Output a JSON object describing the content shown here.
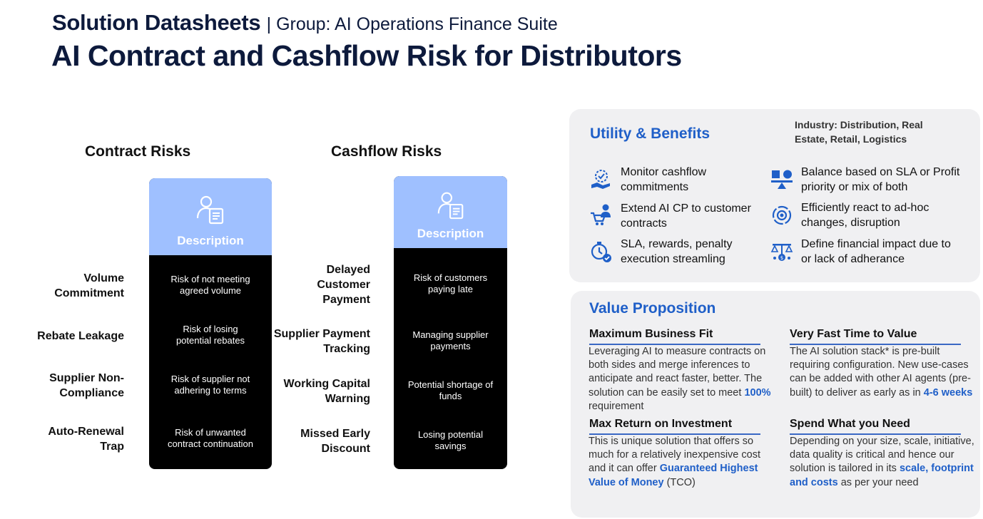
{
  "header": {
    "series": "Solution Datasheets",
    "group": "| Group: AI Operations Finance Suite",
    "title": "AI Contract and Cashflow Risk for Distributors"
  },
  "contract": {
    "heading": "Contract Risks",
    "card_label": "Description",
    "rows": [
      {
        "label": "Volume\nCommitment",
        "desc": "Risk of not meeting\nagreed volume"
      },
      {
        "label": "Rebate Leakage",
        "desc": "Risk of losing\npotential rebates"
      },
      {
        "label": "Supplier Non-\nCompliance",
        "desc": "Risk of supplier not\nadhering to terms"
      },
      {
        "label": "Auto-Renewal\nTrap",
        "desc": "Risk of unwanted\ncontract continuation"
      }
    ]
  },
  "cashflow": {
    "heading": "Cashflow Risks",
    "card_label": "Description",
    "rows": [
      {
        "label": "Delayed\nCustomer\nPayment",
        "desc": "Risk of customers\npaying late"
      },
      {
        "label": "Supplier Payment\nTracking",
        "desc": "Managing supplier\npayments"
      },
      {
        "label": "Working Capital\nWarning",
        "desc": "Potential shortage of\nfunds"
      },
      {
        "label": "Missed Early\nDiscount",
        "desc": "Losing potential\nsavings"
      }
    ]
  },
  "utility": {
    "title": "Utility & Benefits",
    "industry": "Industry: Distribution, Real\nEstate, Retail, Logistics",
    "benefits": [
      {
        "icon": "monitor-cashflow-icon",
        "text": "Monitor cashflow\ncommitments"
      },
      {
        "icon": "balance-priority-icon",
        "text": "Balance based on SLA or Profit\npriority or mix of both"
      },
      {
        "icon": "cart-customer-icon",
        "text": "Extend AI CP to customer\ncontracts"
      },
      {
        "icon": "react-changes-icon",
        "text": "Efficiently react to ad-hoc\nchanges, disruption"
      },
      {
        "icon": "stopwatch-sla-icon",
        "text": "SLA, rewards, penalty\nexecution streamling"
      },
      {
        "icon": "financial-scale-icon",
        "text": "Define financial impact due to\nor lack of adherance"
      }
    ]
  },
  "value": {
    "title": "Value Proposition",
    "items": [
      {
        "heading": "Maximum Business Fit",
        "text": "Leveraging AI to measure contracts on both sides and merge inferences to anticipate and react faster, better. The solution can be easily set to meet ",
        "highlight": "100%",
        "tail": " requirement"
      },
      {
        "heading": "Very Fast Time to Value",
        "text": "The AI solution stack* is pre-built requiring configuration. New use-cases can be added with other AI agents (pre-built) to deliver as early as in  ",
        "highlight": "4-6 weeks",
        "tail": ""
      },
      {
        "heading": "Max Return on Investment",
        "text": "This is unique solution that offers so much for a relatively inexpensive cost and it can offer ",
        "highlight": "Guaranteed Highest Value of Money",
        "tail": " (TCO)"
      },
      {
        "heading": "Spend What you Need",
        "text": "Depending on your size, scale, initiative, data quality is critical and hence our solution is tailored in its ",
        "highlight": "scale, footprint and costs",
        "tail": " as per your need"
      }
    ]
  },
  "colors": {
    "accent": "#1f5fc8",
    "card_top": "#9fc0ff",
    "panel": "#f0f0f2",
    "navy": "#0d1a3c"
  }
}
